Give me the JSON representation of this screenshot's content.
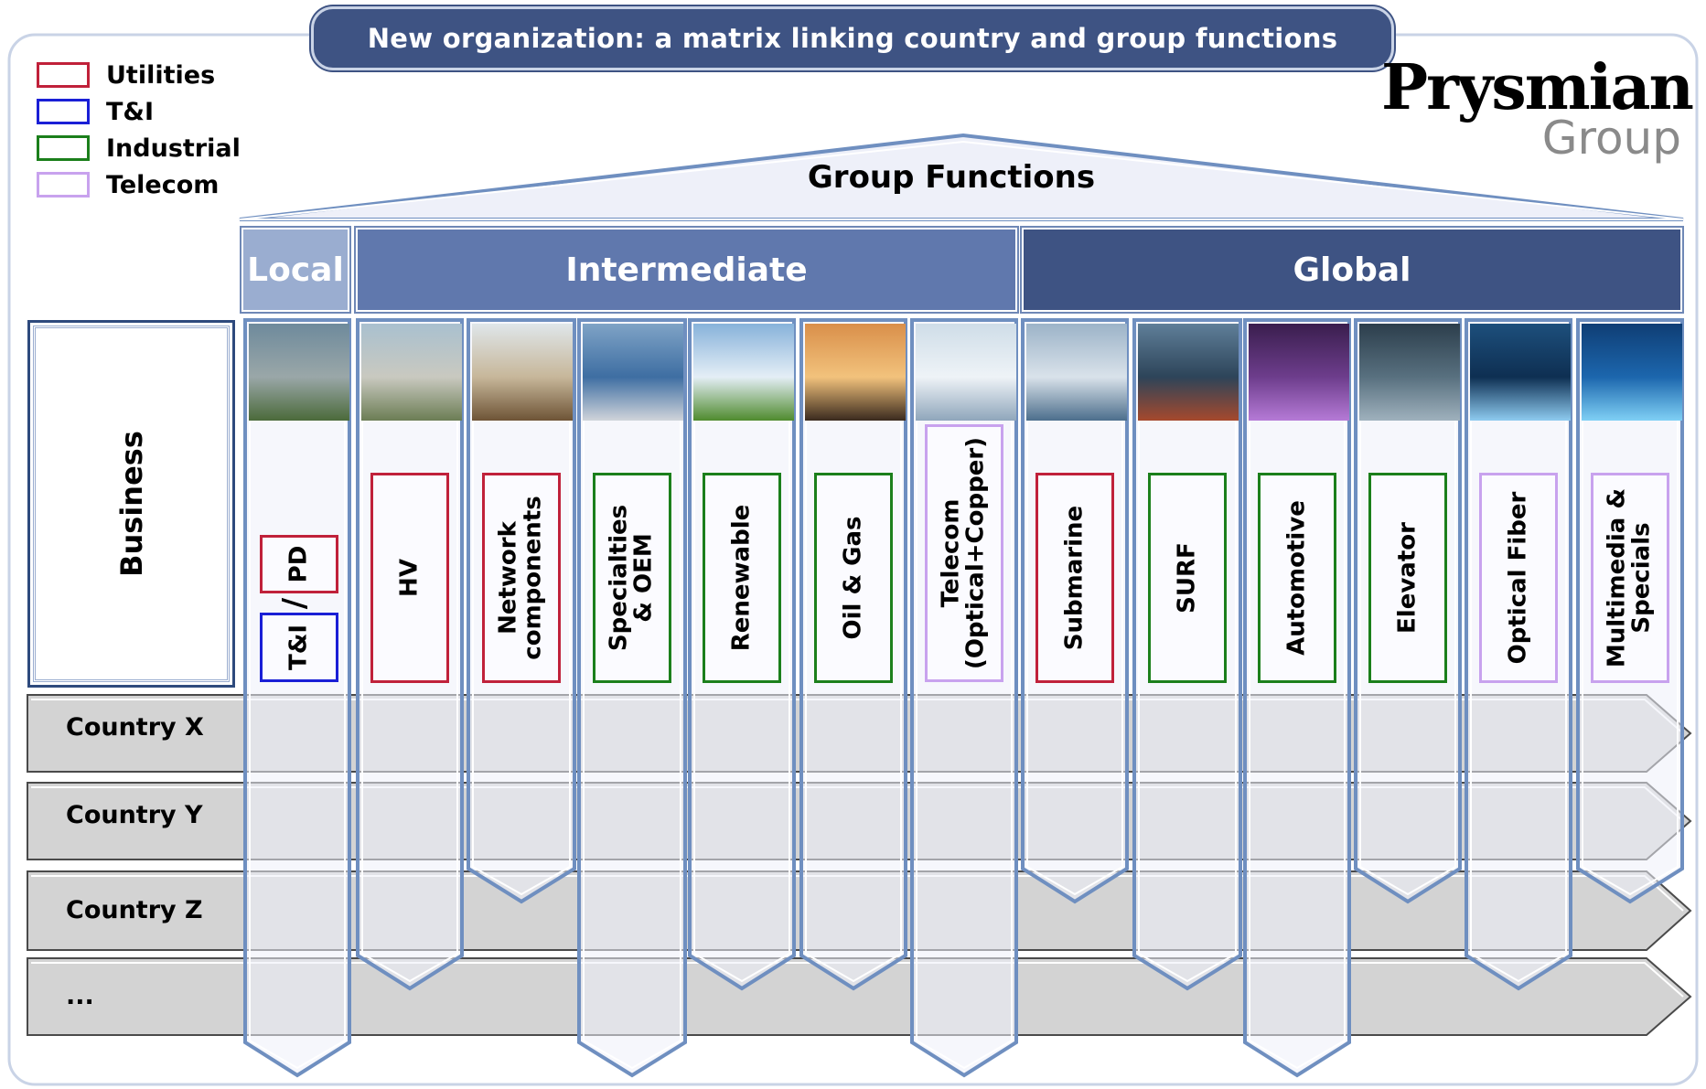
{
  "title": "New organization: a matrix linking country and group functions",
  "logo": {
    "main": "Prysmian",
    "sub": "Group"
  },
  "legend": [
    {
      "label": "Utilities",
      "color": "#c0213a"
    },
    {
      "label": "T&I",
      "color": "#1a1fd6"
    },
    {
      "label": "Industrial",
      "color": "#1b7f1b"
    },
    {
      "label": "Telecom",
      "color": "#c8a2ee"
    }
  ],
  "group_functions_label": "Group Functions",
  "tiers": {
    "local": "Local",
    "intermediate": "Intermediate",
    "global": "Global"
  },
  "business_label": "Business",
  "countries": [
    "Country X",
    "Country Y",
    "Country Z",
    "..."
  ],
  "columns": [
    {
      "label_a": "T&I",
      "label_b": "PD",
      "slash": "/",
      "photo": "stadium"
    },
    {
      "label": "HV",
      "category": "Utilities",
      "photo": "cable-trench"
    },
    {
      "label": "Network\ncomponents",
      "category": "Utilities",
      "photo": "connector"
    },
    {
      "label": "Specialties\n& OEM",
      "category": "Industrial",
      "photo": "ships-trains"
    },
    {
      "label": "Renewable",
      "category": "Industrial",
      "photo": "wind-field"
    },
    {
      "label": "Oil & Gas",
      "category": "Industrial",
      "photo": "oil-pump"
    },
    {
      "label": "Telecom\n(Optical+Copper)",
      "category": "Telecom",
      "photo": "connectors"
    },
    {
      "label": "Submarine",
      "category": "Utilities",
      "photo": "offshore-wind"
    },
    {
      "label": "SURF",
      "category": "Industrial",
      "photo": "oil-platform"
    },
    {
      "label": "Automotive",
      "category": "Industrial",
      "photo": "car-wireframe"
    },
    {
      "label": "Elevator",
      "category": "Industrial",
      "photo": "elevator"
    },
    {
      "label": "Optical Fiber",
      "category": "Telecom",
      "photo": "fiber"
    },
    {
      "label": "Multimedia &\nSpecials",
      "category": "Telecom",
      "photo": "screen"
    }
  ],
  "colors": {
    "title_bg": "#3e5383",
    "local_bg": "#9aadd0",
    "intermediate_bg": "#6078ad",
    "global_bg": "#3e5383",
    "column_fill": "#eef0f9",
    "column_stroke": "#6f8fc0",
    "country_band": "#d3d3d3"
  }
}
